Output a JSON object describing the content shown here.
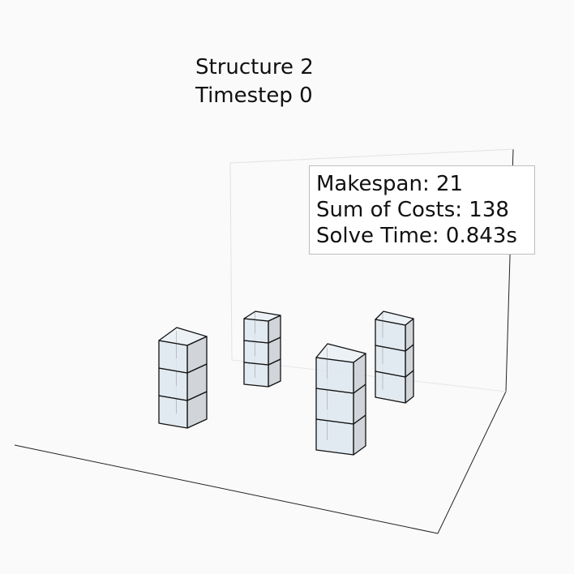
{
  "title": {
    "structure": "Structure 2",
    "timestep": "Timestep 0"
  },
  "stats": {
    "makespan": "Makespan: 21",
    "sum_of_costs": "Sum of Costs: 138",
    "solve_time": "Solve Time: 0.843s"
  },
  "style": {
    "background": "#fafafa",
    "block_face_front": "#dde6ee",
    "block_face_side": "#c9ced3",
    "block_face_top": "#e8eef3",
    "block_edge": "#111111",
    "axis_line": "#222222",
    "pane_edge": "#dddddd"
  },
  "structure": {
    "columns": [
      {
        "name": "left-column",
        "blocks": 3
      },
      {
        "name": "back-left-column",
        "blocks": 3
      },
      {
        "name": "front-center-column",
        "blocks": 3
      },
      {
        "name": "back-right-column",
        "blocks": 3
      }
    ]
  }
}
